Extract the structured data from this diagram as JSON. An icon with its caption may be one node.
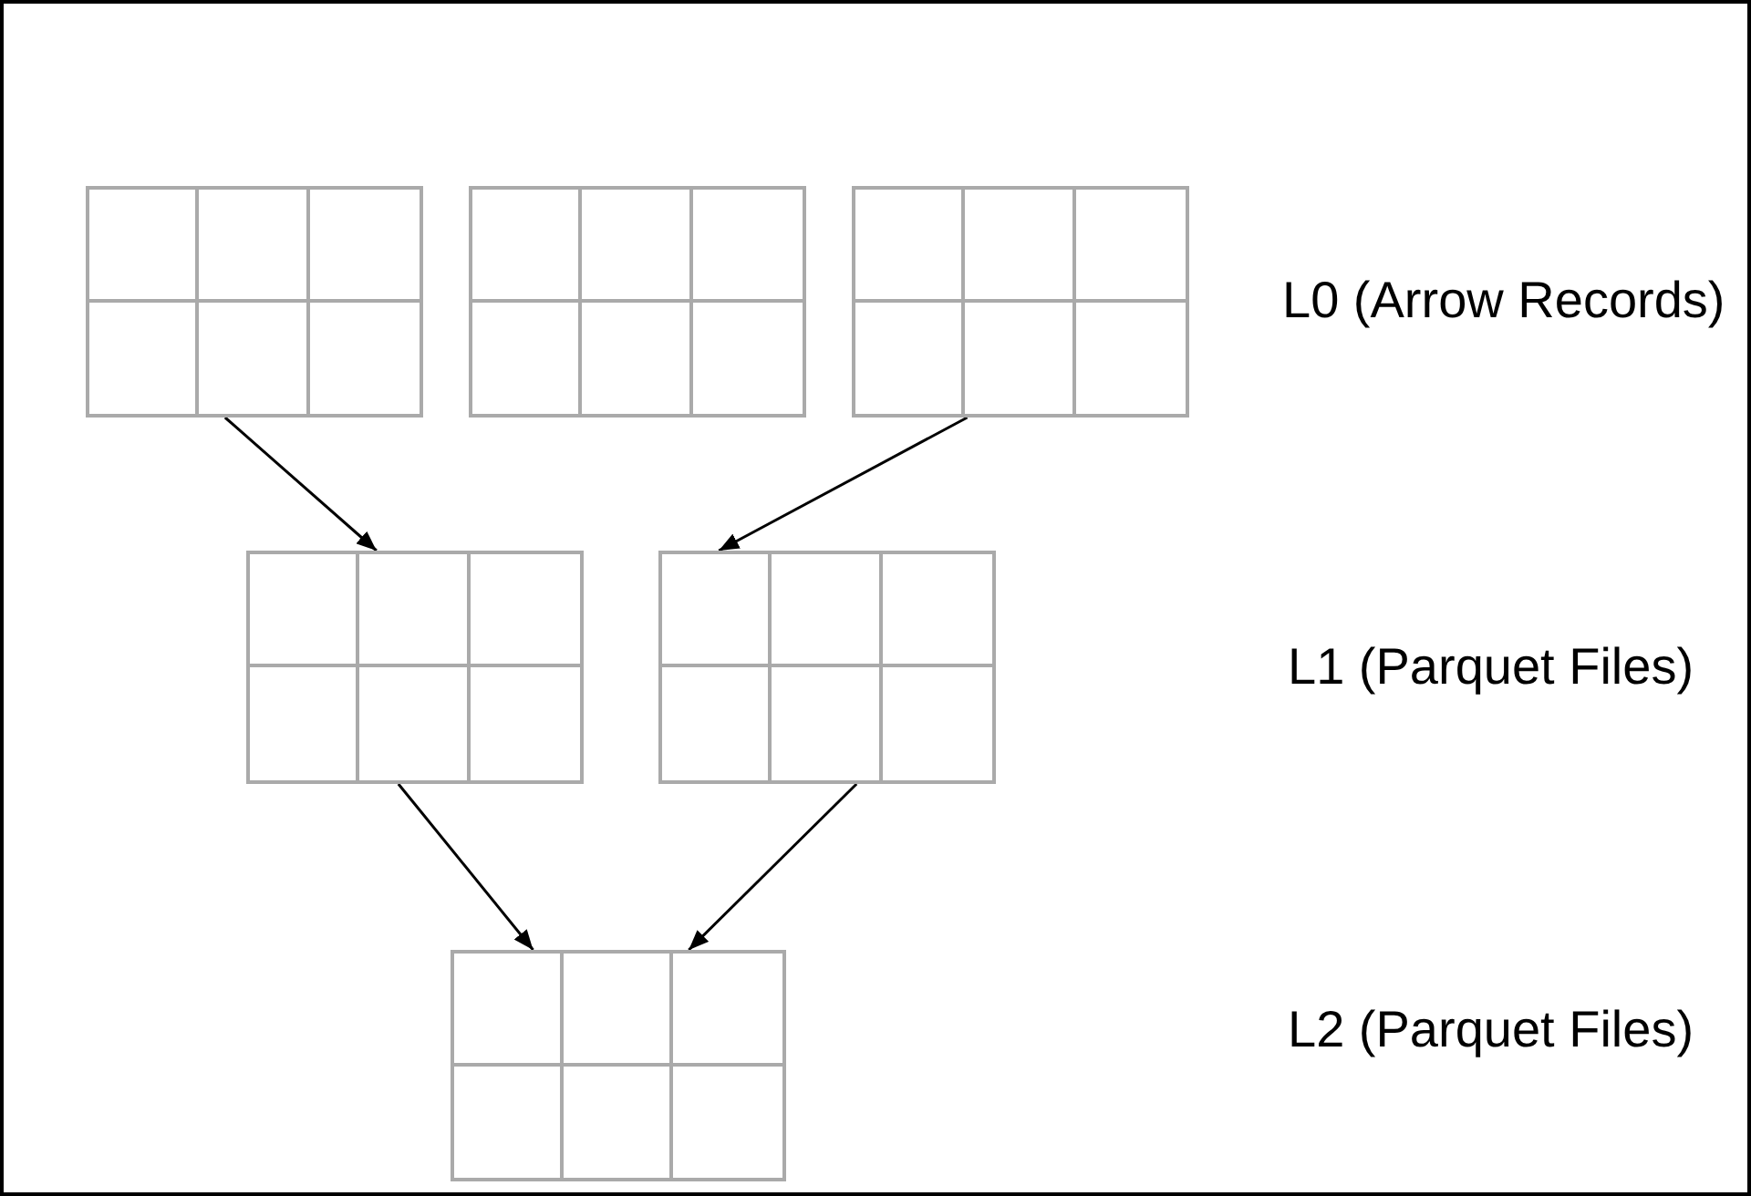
{
  "diagram": {
    "nodes": [
      {
        "text": [],
        "shape": "table"
      },
      {
        "text": [],
        "shape": "table"
      },
      {
        "text": [],
        "shape": "table"
      },
      {
        "text": [],
        "shape": "table"
      },
      {
        "text": [],
        "shape": "table"
      },
      {
        "text": [],
        "shape": "table"
      }
    ],
    "edges": [
      {
        "from": 0,
        "to": 3,
        "arrow": "to"
      },
      {
        "from": 2,
        "to": 4,
        "arrow": "to"
      },
      {
        "from": 3,
        "to": 5,
        "arrow": "to"
      },
      {
        "from": 4,
        "to": 5,
        "arrow": "to"
      }
    ],
    "labels": [
      "L0 (Arrow Records)",
      "L1 (Parquet Files)",
      "L2 (Parquet Files)"
    ]
  }
}
